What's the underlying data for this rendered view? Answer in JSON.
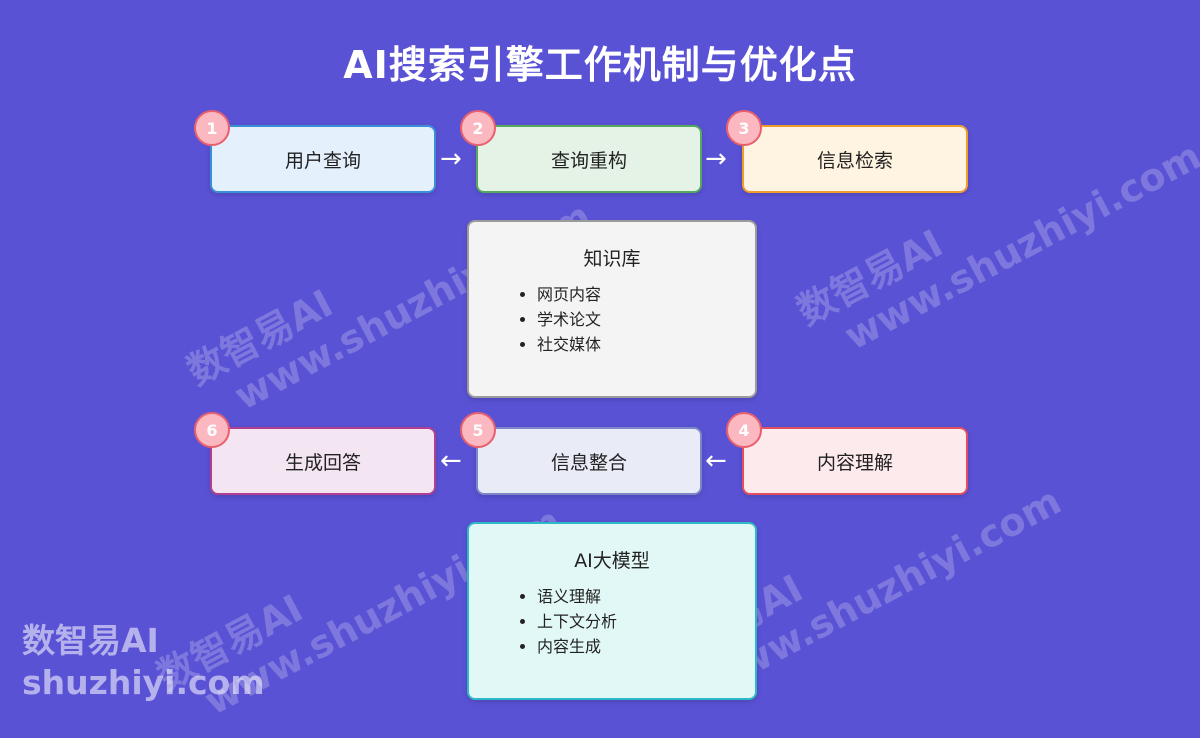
{
  "title": "AI搜索引擎工作机制与优化点",
  "steps": [
    {
      "number": "1",
      "label": "用户查询",
      "bg": "#e4f1fc",
      "border": "#3b8fd6"
    },
    {
      "number": "2",
      "label": "查询重构",
      "bg": "#e5f3e6",
      "border": "#55a85e"
    },
    {
      "number": "3",
      "label": "信息检索",
      "bg": "#fff3e1",
      "border": "#ef9b2d"
    },
    {
      "number": "4",
      "label": "内容理解",
      "bg": "#fdeaed",
      "border": "#e04e62"
    },
    {
      "number": "5",
      "label": "信息整合",
      "bg": "#e9ebf7",
      "border": "#7d86c7"
    },
    {
      "number": "6",
      "label": "生成回答",
      "bg": "#f4e5f3",
      "border": "#b0408f"
    }
  ],
  "arrows": {
    "right": "→",
    "left": "←"
  },
  "knowledge_base": {
    "title": "知识库",
    "items": [
      "网页内容",
      "学术论文",
      "社交媒体"
    ],
    "bg": "#f4f4f4",
    "border": "#9b9b9b"
  },
  "ai_model": {
    "title": "AI大模型",
    "items": [
      "语义理解",
      "上下文分析",
      "内容生成"
    ],
    "bg": "#e2f8f7",
    "border": "#2fb9c7"
  },
  "watermark": {
    "brand": "数智易AI",
    "url": "www.shuzhiyi.com",
    "logo_line1": "数智易AI",
    "logo_line2": "shuzhiyi.com"
  }
}
